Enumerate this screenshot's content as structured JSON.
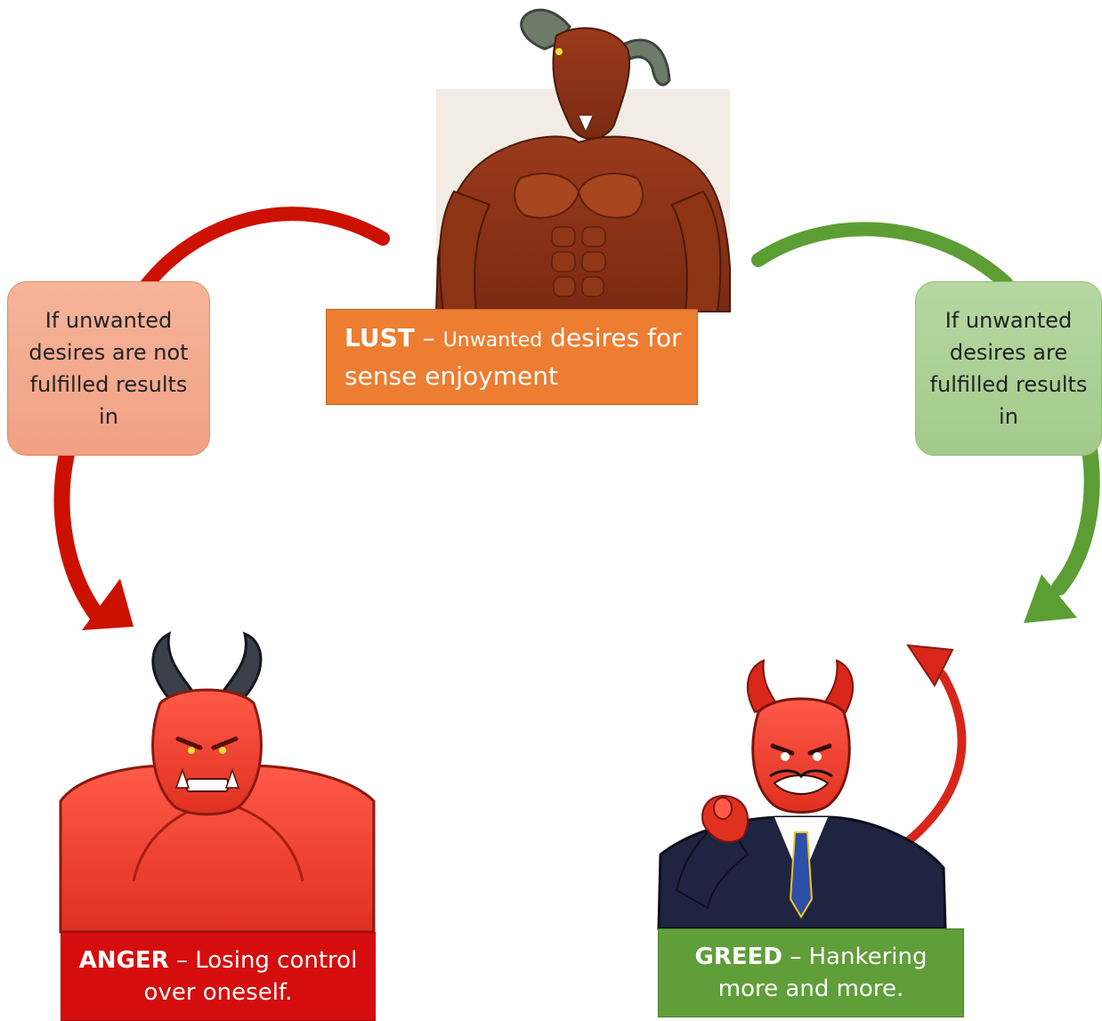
{
  "nodes": {
    "lust": {
      "term": "LUST",
      "dash": " – ",
      "desc_small": "Unwanted",
      "desc_rest": " desires for sense enjoyment"
    },
    "anger": {
      "term": "ANGER",
      "dash": " – ",
      "desc": "Losing control over oneself."
    },
    "greed": {
      "term": "GREED",
      "dash": " – ",
      "desc": "Hankering more and more."
    }
  },
  "conditions": {
    "not_fulfilled": "If unwanted desires are not fulfilled results in",
    "fulfilled": "If unwanted desires are fulfilled results in"
  },
  "colors": {
    "lust": "#ed7d31",
    "anger": "#d60d0d",
    "greed": "#5f9e38",
    "arrow_red": "#cc1100",
    "arrow_green": "#5c9e34",
    "cond_red": "#f4ab8f",
    "cond_green": "#abd094"
  },
  "icons": {
    "lust": "minotaur-beast-illustration",
    "anger": "horned-red-demon-illustration",
    "greed": "red-devil-in-suit-pointing-illustration"
  }
}
